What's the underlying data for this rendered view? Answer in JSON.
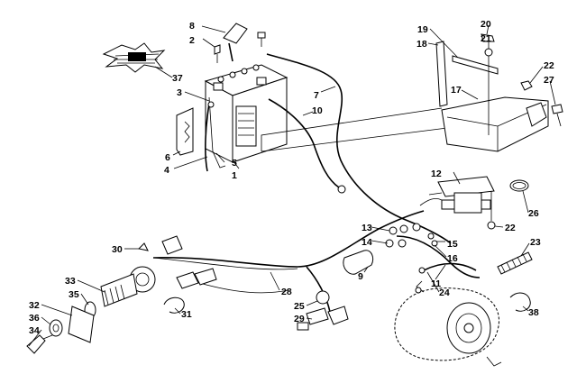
{
  "diagram": {
    "callouts": [
      {
        "id": "c1",
        "label": "1"
      },
      {
        "id": "c2",
        "label": "2"
      },
      {
        "id": "c3",
        "label": "3"
      },
      {
        "id": "c4",
        "label": "4"
      },
      {
        "id": "c5",
        "label": "5"
      },
      {
        "id": "c6",
        "label": "6"
      },
      {
        "id": "c7",
        "label": "7"
      },
      {
        "id": "c8",
        "label": "8"
      },
      {
        "id": "c9",
        "label": "9"
      },
      {
        "id": "c10",
        "label": "10"
      },
      {
        "id": "c11",
        "label": "11"
      },
      {
        "id": "c12",
        "label": "12"
      },
      {
        "id": "c13",
        "label": "13"
      },
      {
        "id": "c14",
        "label": "14"
      },
      {
        "id": "c15",
        "label": "15"
      },
      {
        "id": "c16",
        "label": "16"
      },
      {
        "id": "c17",
        "label": "17"
      },
      {
        "id": "c18",
        "label": "18"
      },
      {
        "id": "c19",
        "label": "19"
      },
      {
        "id": "c20",
        "label": "20"
      },
      {
        "id": "c21",
        "label": "21"
      },
      {
        "id": "c22a",
        "label": "22"
      },
      {
        "id": "c22b",
        "label": "22"
      },
      {
        "id": "c23",
        "label": "23"
      },
      {
        "id": "c24",
        "label": "24"
      },
      {
        "id": "c25",
        "label": "25"
      },
      {
        "id": "c26",
        "label": "26"
      },
      {
        "id": "c27",
        "label": "27"
      },
      {
        "id": "c28",
        "label": "28"
      },
      {
        "id": "c29",
        "label": "29"
      },
      {
        "id": "c30",
        "label": "30"
      },
      {
        "id": "c31",
        "label": "31"
      },
      {
        "id": "c32",
        "label": "32"
      },
      {
        "id": "c33",
        "label": "33"
      },
      {
        "id": "c34",
        "label": "34"
      },
      {
        "id": "c35",
        "label": "35"
      },
      {
        "id": "c36",
        "label": "36"
      },
      {
        "id": "c37",
        "label": "37"
      },
      {
        "id": "c38",
        "label": "38"
      }
    ]
  }
}
